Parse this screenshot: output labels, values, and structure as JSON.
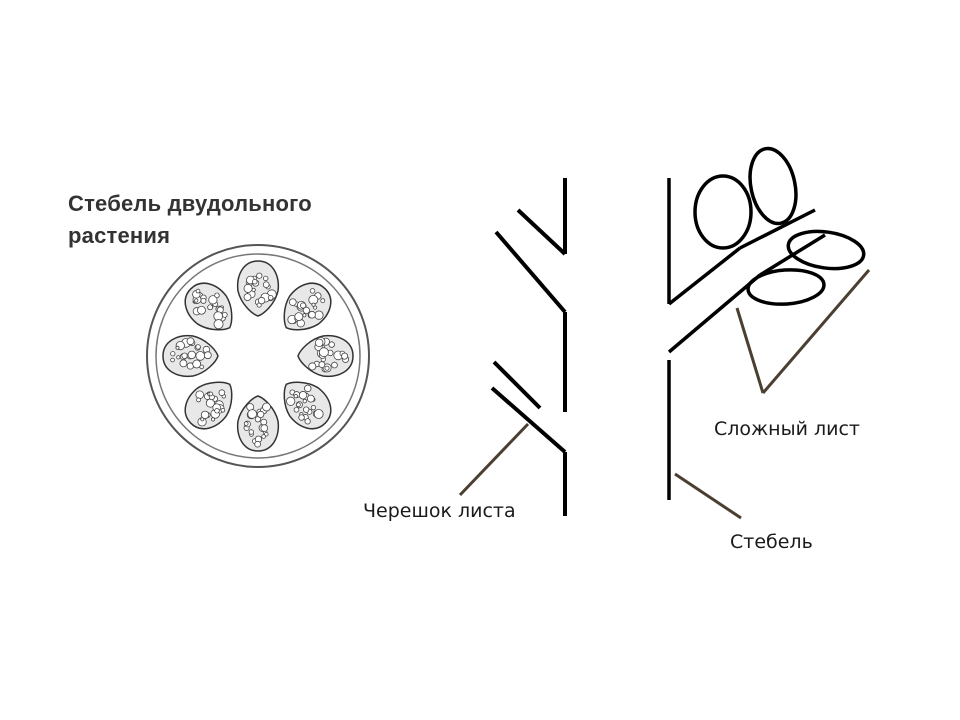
{
  "cross_section": {
    "title_line1": "Стебель двудольного",
    "title_line2": "растения",
    "bundle_count": 8
  },
  "labels": {
    "petiole": "Черешок листа",
    "compound_leaf": "Сложный лист",
    "stem": "Стебель"
  },
  "colors": {
    "outline": "#000000",
    "pointer": "#4a3f30",
    "title": "#333333"
  }
}
